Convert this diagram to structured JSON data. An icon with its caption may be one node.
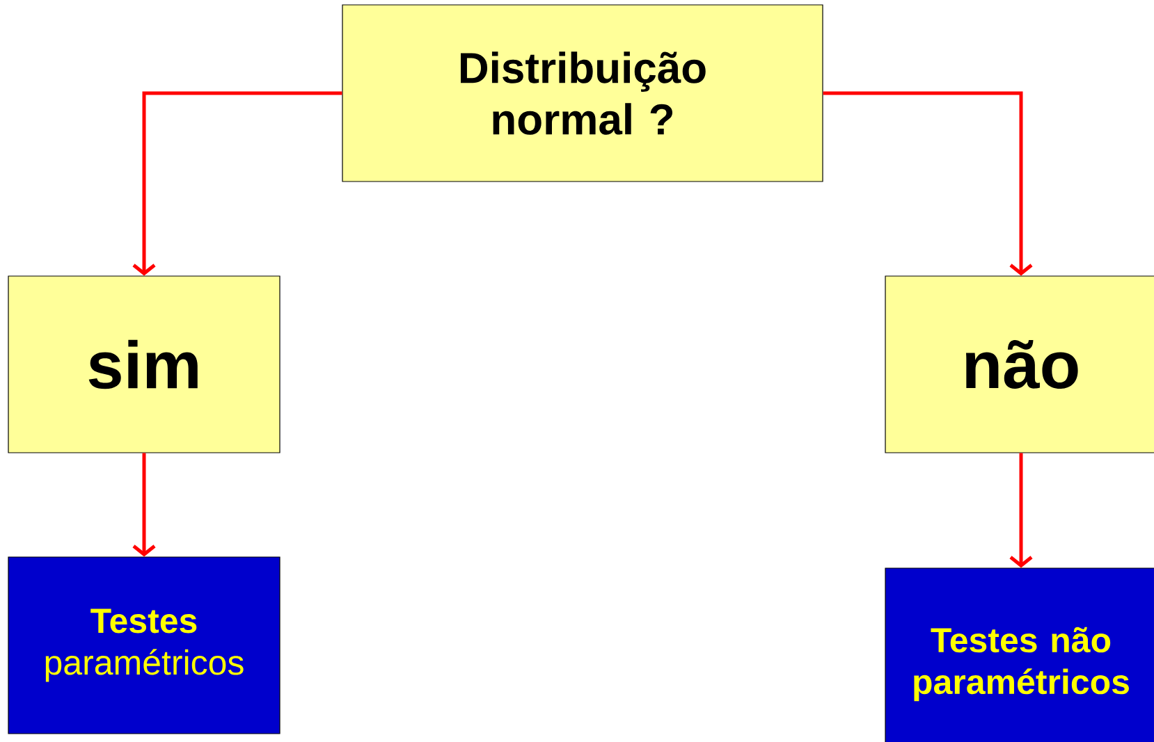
{
  "diagram": {
    "nodes": [
      {
        "text": [
          "Distribuição normal ?"
        ]
      },
      {
        "text": [
          "sim"
        ]
      },
      {
        "text": [
          "não"
        ]
      },
      {
        "text": [
          "**Testes** paramétricos"
        ]
      },
      {
        "text": [
          "Testes não paramétricos"
        ]
      }
    ],
    "edges": [
      {
        "from": 0,
        "to": 1,
        "arrow": "to"
      },
      {
        "from": 0,
        "to": 2,
        "arrow": "to"
      },
      {
        "from": 1,
        "to": 3,
        "arrow": "to"
      },
      {
        "from": 2,
        "to": 4,
        "arrow": "to"
      }
    ]
  }
}
